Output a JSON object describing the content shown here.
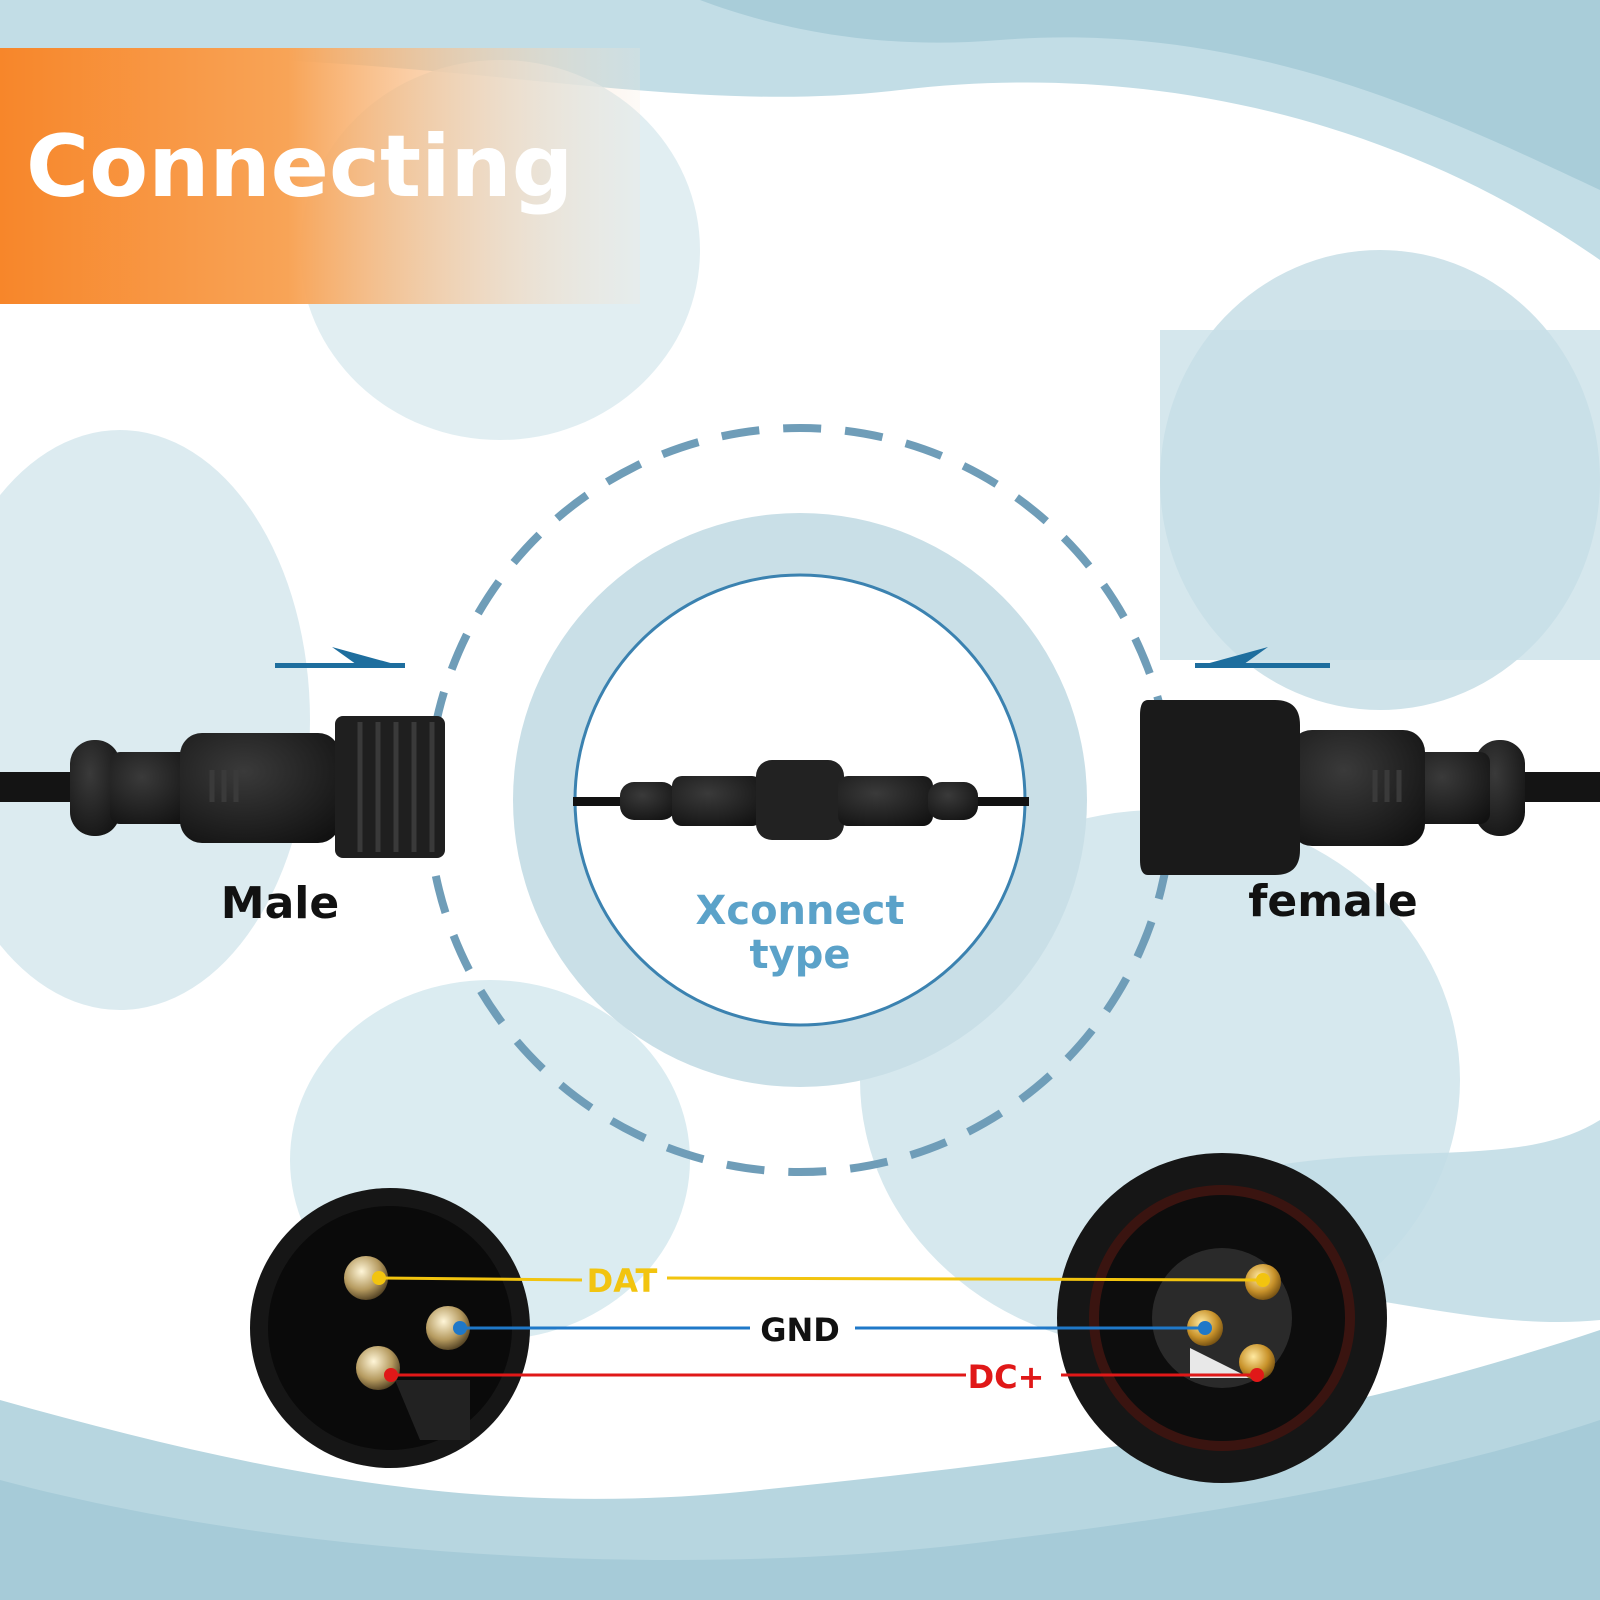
{
  "title": "Connecting",
  "labels": {
    "male": "Male",
    "female": "female",
    "center_line1": "Xconnect",
    "center_line2": "type"
  },
  "wires": [
    {
      "label": "DAT",
      "color": "#f2c40f"
    },
    {
      "label": "GND",
      "color": "#1f78c8"
    },
    {
      "label": "DC+",
      "color": "#e01818"
    }
  ],
  "colors": {
    "banner": "#f7862a",
    "dashed_ring": "#6f9db8",
    "arrow": "#1e6e9e",
    "background_tint": "#b9d8e2",
    "connector_body": "#1b1b1b"
  }
}
